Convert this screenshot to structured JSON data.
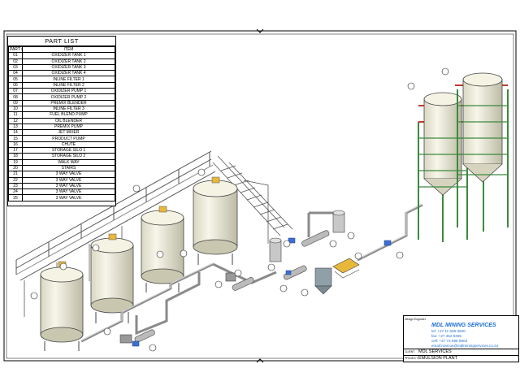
{
  "part_list": {
    "title": "PART LIST",
    "headers": [
      "PART #",
      "ITEM"
    ],
    "rows": [
      [
        "01",
        "OXIDIZER TANK 1"
      ],
      [
        "02",
        "OXIDIZER TANK 2"
      ],
      [
        "03",
        "OXIDIZER TANK 3"
      ],
      [
        "04",
        "OXIDIZER TANK 4"
      ],
      [
        "05",
        "INLINE FILTER 1"
      ],
      [
        "06",
        "INLINE FILTER 2"
      ],
      [
        "07",
        "OXIDIZER PUMP 1"
      ],
      [
        "08",
        "OXIDIZER PUMP 2"
      ],
      [
        "09",
        "PREMIX BLENDER"
      ],
      [
        "10",
        "INLINE FILTER 3"
      ],
      [
        "11",
        "FUEL BLEND PUMP"
      ],
      [
        "12",
        "OIL BLENDER"
      ],
      [
        "13",
        "PREMIX PUMP"
      ],
      [
        "14",
        "JET MIXER"
      ],
      [
        "15",
        "PRODUCT PUMP"
      ],
      [
        "16",
        "CHUTE"
      ],
      [
        "17",
        "STORAGE SILO 1"
      ],
      [
        "18",
        "STORAGE SILO 2"
      ],
      [
        "19",
        "WALK WAY"
      ],
      [
        "20",
        "STAIRS"
      ],
      [
        "21",
        "3 WAY VALVE"
      ],
      [
        "22",
        "3 WAY VALVE"
      ],
      [
        "23",
        "3 WAY VALVE"
      ],
      [
        "24",
        "3 WAY VALVE"
      ],
      [
        "25",
        "3 WAY VALVE"
      ]
    ]
  },
  "title_block": {
    "designer_label": "Design Engineer",
    "company": "MDL MINING SERVICES",
    "tel": "tel: +27 11 659 0920",
    "fax": "fax: +27 452 9406",
    "cell": "cell: +27 72 898 6903",
    "email": "email:marcus@mdlminingservices.co.za",
    "client_label": "CLIENT",
    "client": "MDL SERVICES",
    "project_label": "PROJECT",
    "project": "EMULSION PLANT"
  },
  "colors": {
    "tank_fill": "#efeedd",
    "steel": "#c8c8c8",
    "frame_green": "#3c8a3c",
    "frame_red": "#c0392b",
    "valve_blue": "#3b6fd6",
    "accent_yellow": "#e8b83a",
    "balloon": "#ffffff"
  }
}
